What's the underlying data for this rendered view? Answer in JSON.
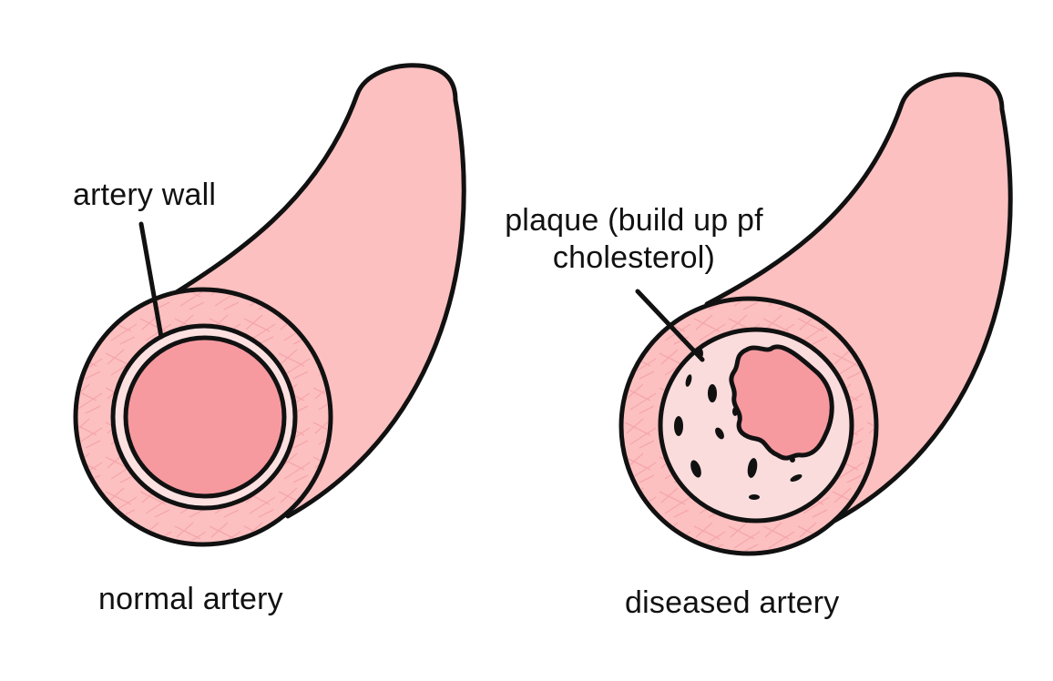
{
  "figures": [
    {
      "id": "normal",
      "caption": "normal artery",
      "callout": "artery wall"
    },
    {
      "id": "diseased",
      "caption": "diseased artery",
      "callout_line1": "plaque (build up pf",
      "callout_line2": "cholesterol)"
    }
  ],
  "colors": {
    "artery_outer": "#fcc0c0",
    "artery_wall_texture": "#f5a3a8",
    "lumen": "#f69aa0",
    "inner_ring": "#fde1e1",
    "plaque": "#fbdcdc",
    "outline": "#111111"
  }
}
